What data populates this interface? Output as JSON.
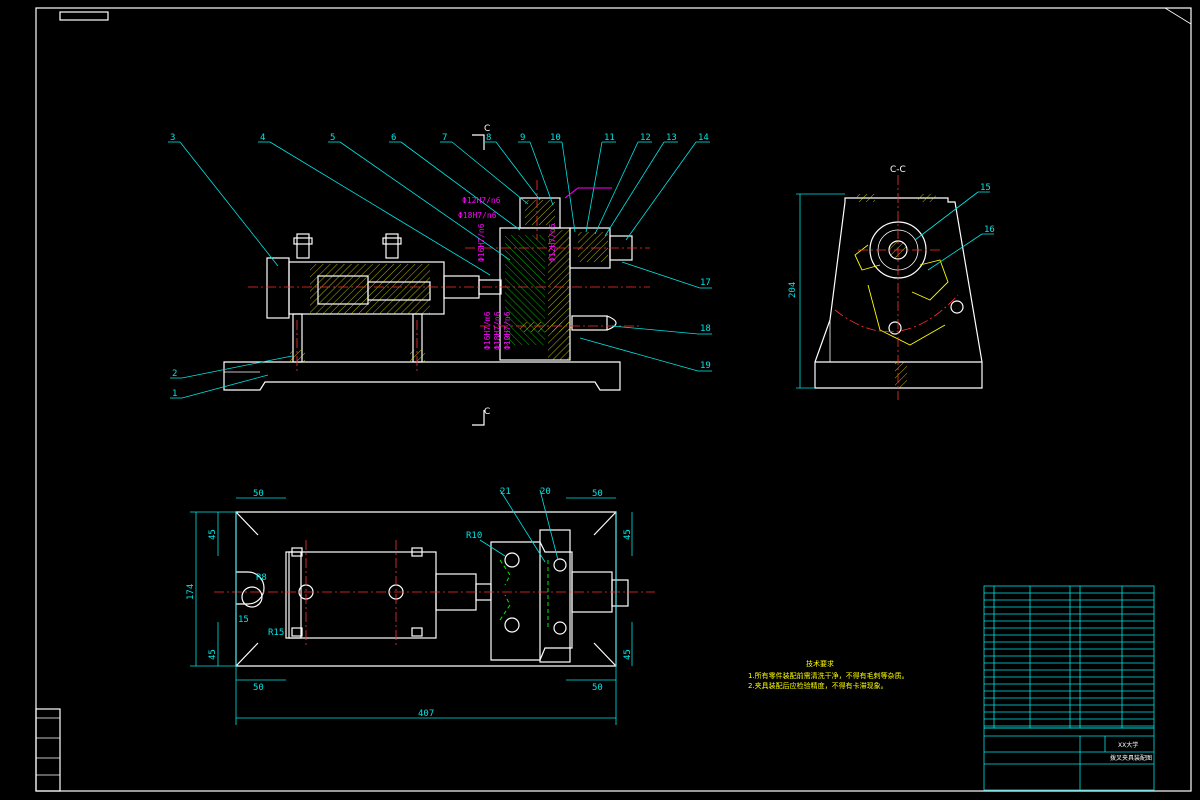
{
  "views": {
    "section_label_top": "C",
    "section_label_bottom": "C",
    "section_view_title": "C-C"
  },
  "balloons": {
    "front": [
      "3",
      "4",
      "5",
      "6",
      "7",
      "8",
      "9",
      "10",
      "11",
      "12",
      "13",
      "14",
      "17",
      "18",
      "19",
      "2",
      "1"
    ],
    "section": [
      "15",
      "16"
    ],
    "top": [
      "21",
      "20"
    ]
  },
  "tolerances": [
    "Φ12H7/n6",
    "Φ18H7/n6",
    "Φ16H7/n6",
    "Φ16H7/m6",
    "Φ18H7/n6",
    "Φ10H7/n6",
    "Φ12H7/n6"
  ],
  "dimensions": {
    "front_height": "204",
    "top_left": "50",
    "top_right": "50",
    "bottom_left": "50",
    "bottom_right": "50",
    "overall_width": "407",
    "overall_height": "174",
    "left_upper": "45",
    "left_lower": "45",
    "right_upper": "45",
    "right_lower": "45",
    "radius_r8": "R8",
    "radius_r10": "R10",
    "dim_15": "15",
    "radius_r15": "R15"
  },
  "notes": {
    "title": "技术要求",
    "line1": "1.所有零件装配前需清洗干净，不得有毛刺等杂质。",
    "line2": "2.夹具装配后应检验精度，不得有卡滞现象。"
  },
  "title_block": {
    "school": "XX大学",
    "drawing_name": "拨叉夹具装配图"
  },
  "colors": {
    "background": "#000000",
    "outline": "#ffffff",
    "leader": "#00e5e5",
    "centerline": "#ff3030",
    "hatch": "#ffff00",
    "hidden": "#00ff00",
    "tolerance": "#ff00ff"
  }
}
